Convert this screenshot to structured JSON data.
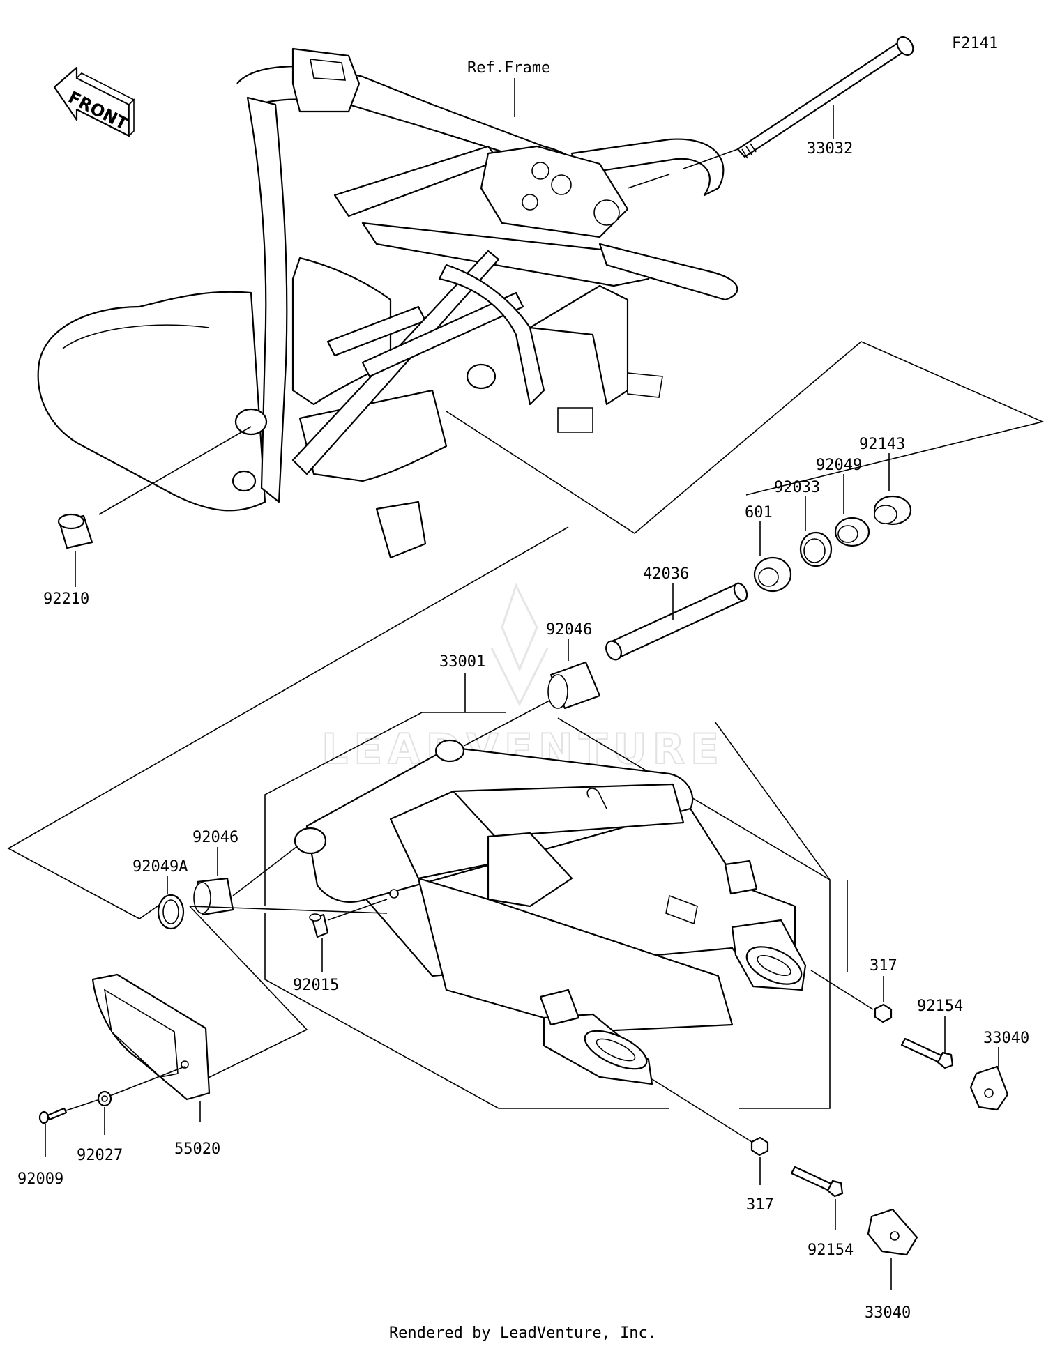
{
  "diagram_id": "F2141",
  "front_marker": "FRONT",
  "reference": "Ref.Frame",
  "watermark": "LEADVENTURE",
  "parts": {
    "p33032": "33032",
    "p92210": "92210",
    "p92143": "92143",
    "p92049": "92049",
    "p92033": "92033",
    "p601": "601",
    "p42036": "42036",
    "p92046_top": "92046",
    "p33001": "33001",
    "p92046_left": "92046",
    "p92049A": "92049A",
    "p92015": "92015",
    "p317_upper": "317",
    "p92154_upper": "92154",
    "p33040_upper": "33040",
    "p92009": "92009",
    "p92027": "92027",
    "p55020": "55020",
    "p317_lower": "317",
    "p92154_lower": "92154",
    "p33040_lower": "33040"
  },
  "footer": "Rendered by LeadVenture, Inc."
}
